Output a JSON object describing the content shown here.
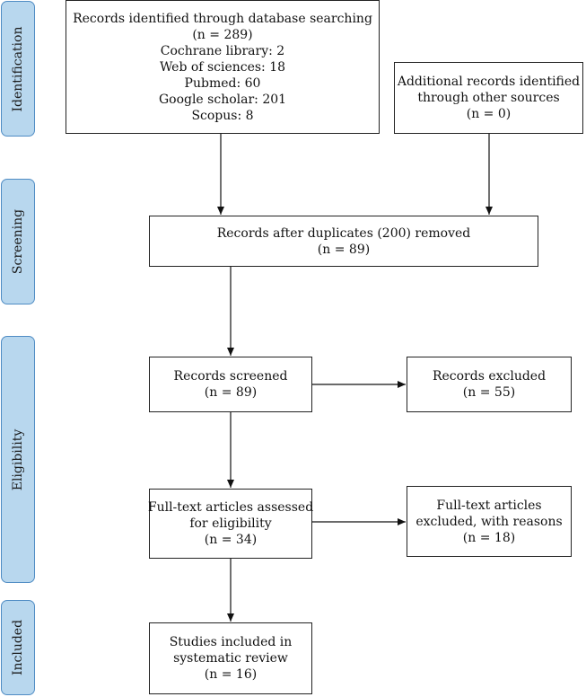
{
  "phases": {
    "identification": "Identification",
    "screening": "Screening",
    "eligibility": "Eligibility",
    "included": "Included"
  },
  "boxes": {
    "database": {
      "lines": [
        "Records identified through database searching",
        "(n = 289)",
        "Cochrane library: 2",
        "Web of sciences: 18",
        "Pubmed: 60",
        "Google scholar: 201",
        "Scopus: 8"
      ]
    },
    "other_sources": {
      "lines": [
        "Additional records identified",
        "through other sources",
        "(n = 0)"
      ]
    },
    "after_duplicates": {
      "lines": [
        "Records after duplicates (200) removed",
        "(n = 89)"
      ]
    },
    "screened": {
      "lines": [
        "Records screened",
        "(n = 89)"
      ]
    },
    "excluded": {
      "lines": [
        "Records excluded",
        "(n = 55)"
      ]
    },
    "fulltext_assessed": {
      "lines": [
        "Full-text articles assessed",
        "for eligibility",
        "(n = 34)"
      ]
    },
    "fulltext_excluded": {
      "lines": [
        "Full-text articles",
        "excluded, with reasons",
        "(n = 18)"
      ]
    },
    "included": {
      "lines": [
        "Studies included in",
        "systematic review",
        "(n = 16)"
      ]
    }
  }
}
